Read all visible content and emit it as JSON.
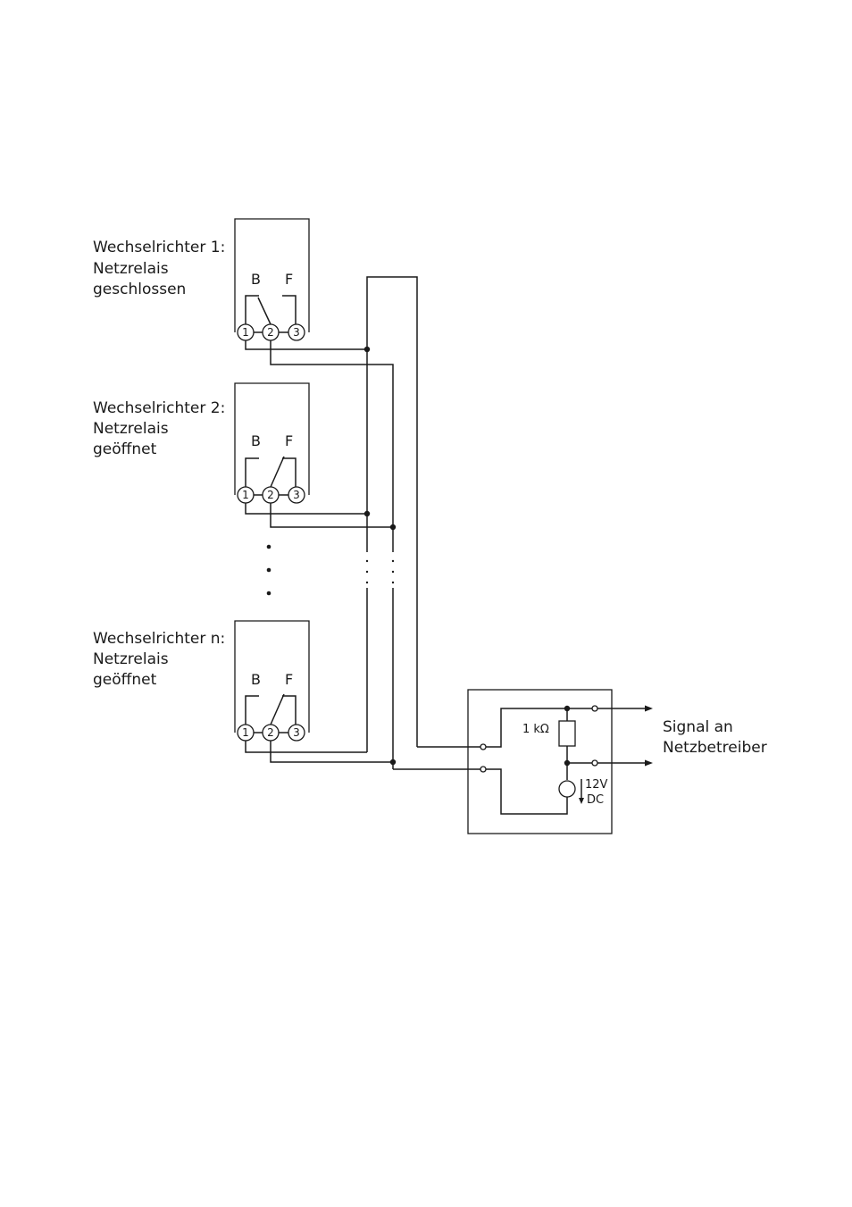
{
  "inverters": [
    {
      "title": "Wechselrichter 1:",
      "line2": "Netzrelais",
      "state": "geschlossen",
      "label_b": "B",
      "label_f": "F",
      "pins": [
        "1",
        "2",
        "3"
      ],
      "relay": "closed"
    },
    {
      "title": "Wechselrichter 2:",
      "line2": "Netzrelais",
      "state": "geöffnet",
      "label_b": "B",
      "label_f": "F",
      "pins": [
        "1",
        "2",
        "3"
      ],
      "relay": "open"
    },
    {
      "title": "Wechselrichter n:",
      "line2": "Netzrelais",
      "state": "geöffnet",
      "label_b": "B",
      "label_f": "F",
      "pins": [
        "1",
        "2",
        "3"
      ],
      "relay": "open"
    }
  ],
  "monitor": {
    "resistor": "1 kΩ",
    "source_voltage": "12V",
    "source_type": "DC"
  },
  "output": {
    "line1": "Signal an",
    "line2": "Netzbetreiber"
  }
}
